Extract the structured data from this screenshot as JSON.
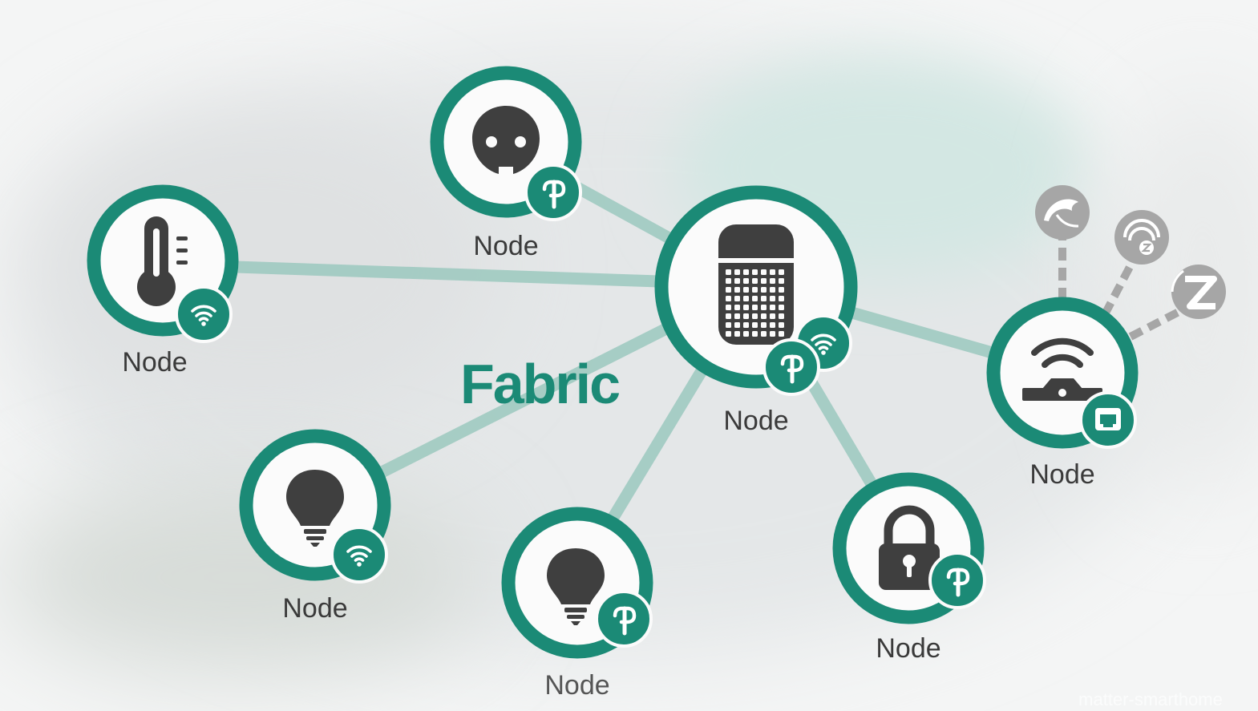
{
  "diagram": {
    "title": "Fabric",
    "watermark": "matter-smarthome",
    "colors": {
      "accent": "#1b8a76",
      "link": "#9cc9bf",
      "icon": "#3f3f3f",
      "legacy": "#a6a6a6"
    },
    "nodes": [
      {
        "id": "plug",
        "label": "Node",
        "device_icon": "power-socket-icon",
        "badges": [
          "thread-icon"
        ]
      },
      {
        "id": "thermostat",
        "label": "Node",
        "device_icon": "thermometer-icon",
        "badges": [
          "wifi-icon"
        ]
      },
      {
        "id": "hub",
        "label": "Node",
        "device_icon": "smart-speaker-icon",
        "badges": [
          "thread-icon",
          "wifi-icon"
        ]
      },
      {
        "id": "bridge",
        "label": "Node",
        "device_icon": "router-icon",
        "badges": [
          "ethernet-icon"
        ]
      },
      {
        "id": "bulb-left",
        "label": "Node",
        "device_icon": "light-bulb-icon",
        "badges": [
          "wifi-icon"
        ]
      },
      {
        "id": "bulb-bottom",
        "label": "Node",
        "device_icon": "light-bulb-icon",
        "badges": [
          "thread-icon"
        ]
      },
      {
        "id": "lock",
        "label": "Node",
        "device_icon": "padlock-icon",
        "badges": [
          "thread-icon"
        ]
      }
    ],
    "links": [
      [
        "hub",
        "plug"
      ],
      [
        "hub",
        "thermostat"
      ],
      [
        "hub",
        "bulb-left"
      ],
      [
        "hub",
        "bulb-bottom"
      ],
      [
        "hub",
        "lock"
      ],
      [
        "hub",
        "bridge"
      ]
    ],
    "legacy_protocols": [
      {
        "name": "bluetooth",
        "icon": "bluetooth-mesh-icon"
      },
      {
        "name": "zigbee",
        "icon": "zigbee-icon"
      },
      {
        "name": "z-wave",
        "icon": "z-wave-icon"
      }
    ]
  }
}
